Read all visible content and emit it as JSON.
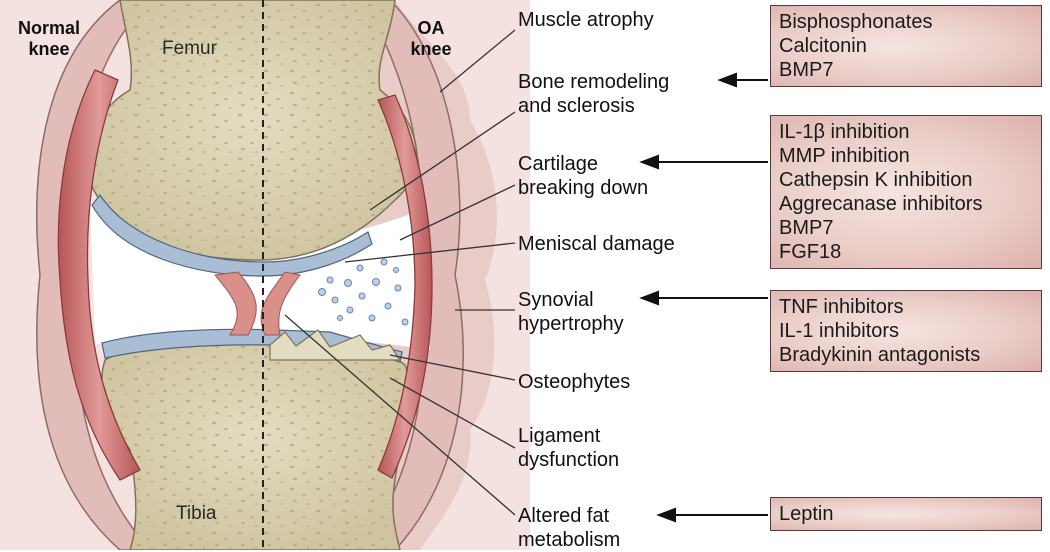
{
  "titles": {
    "normal_knee": "Normal\nknee",
    "oa_knee": "OA\nknee"
  },
  "bones": {
    "femur": "Femur",
    "tibia": "Tibia"
  },
  "callouts": [
    {
      "id": "muscle-atrophy",
      "text": "Muscle atrophy"
    },
    {
      "id": "bone-remodeling",
      "text": "Bone remodeling\nand sclerosis"
    },
    {
      "id": "cartilage",
      "text": "Cartilage\nbreaking down"
    },
    {
      "id": "meniscal",
      "text": "Meniscal damage"
    },
    {
      "id": "synovial",
      "text": "Synovial\nhypertrophy"
    },
    {
      "id": "osteophytes",
      "text": "Osteophytes"
    },
    {
      "id": "ligament",
      "text": "Ligament\ndysfunction"
    },
    {
      "id": "fat",
      "text": "Altered fat\nmetabolism"
    }
  ],
  "treatments": {
    "bone": [
      "Bisphosphonates",
      "Calcitonin",
      "BMP7"
    ],
    "cartilage": [
      "IL-1β inhibition",
      "MMP inhibition",
      "Cathepsin K inhibition",
      "Aggrecanase inhibitors",
      "BMP7",
      "FGF18"
    ],
    "synovial": [
      "TNF inhibitors",
      "IL-1 inhibitors",
      "Bradykinin antagonists"
    ],
    "fat": [
      "Leptin"
    ]
  },
  "colors": {
    "skin": "#f2dedb",
    "capsule": "#e7c6c2",
    "bone": "#d8cfae",
    "cartilage": "#a9bdd5",
    "muscle": "#c9696a",
    "ligament": "#d98f8a",
    "box_fill": "#ebcdc8",
    "box_border": "#5a3a38"
  }
}
